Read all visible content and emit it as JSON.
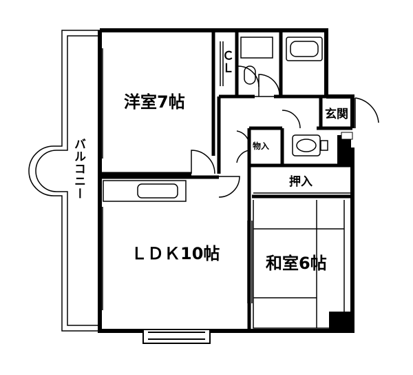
{
  "floorplan": {
    "rooms": {
      "western": "洋室7帖",
      "ldk": "ＬＤＫ10帖",
      "japanese": "和室6帖",
      "balcony": "バルコニー",
      "entrance": "玄関",
      "closet_cl": "ＣＬ",
      "storage": "物入",
      "oshiire": "押入"
    }
  }
}
